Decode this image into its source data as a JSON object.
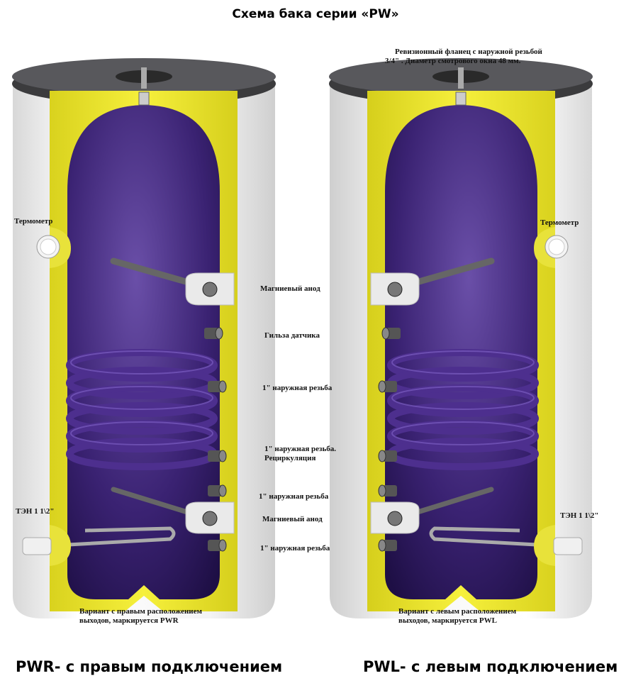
{
  "title": "Схема бака серии «PW»",
  "right_tank_top_note": [
    "Ревизионный фланец с наружной резьбой",
    "3/4\" . Диаметр смотрового окна 48 мм."
  ],
  "left_tank": {
    "thermometer": "Термометр",
    "heater": "ТЭН 1 1\\2\"",
    "variant": [
      "Вариант с правым расположением",
      "выходов, маркируется PWR"
    ]
  },
  "right_tank": {
    "thermometer": "Термометр",
    "heater": "ТЭН 1 1\\2\"",
    "variant": [
      "Вариант с левым расположением",
      "выходов, маркируется PWL"
    ]
  },
  "center_labels": {
    "anode_top": "Магниевый анод",
    "sensor_sleeve": "Гильза датчика",
    "thread_1": "1\" наружная резьба",
    "thread_recirc": [
      "1\" наружная резьба.",
      "Рециркуляция"
    ],
    "thread_2": "1\" наружная резьба",
    "anode_bottom": "Магниевый анод",
    "thread_3": "1\" наружная резьба"
  },
  "captions": {
    "left": "PWR- с правым подключением",
    "right": "PWL- с левым подключением"
  },
  "colors": {
    "insulation": "#f2ec3a",
    "interior": "#3a1f6e",
    "cap": "#3b3b3d",
    "shell": "#f2f2f2"
  }
}
